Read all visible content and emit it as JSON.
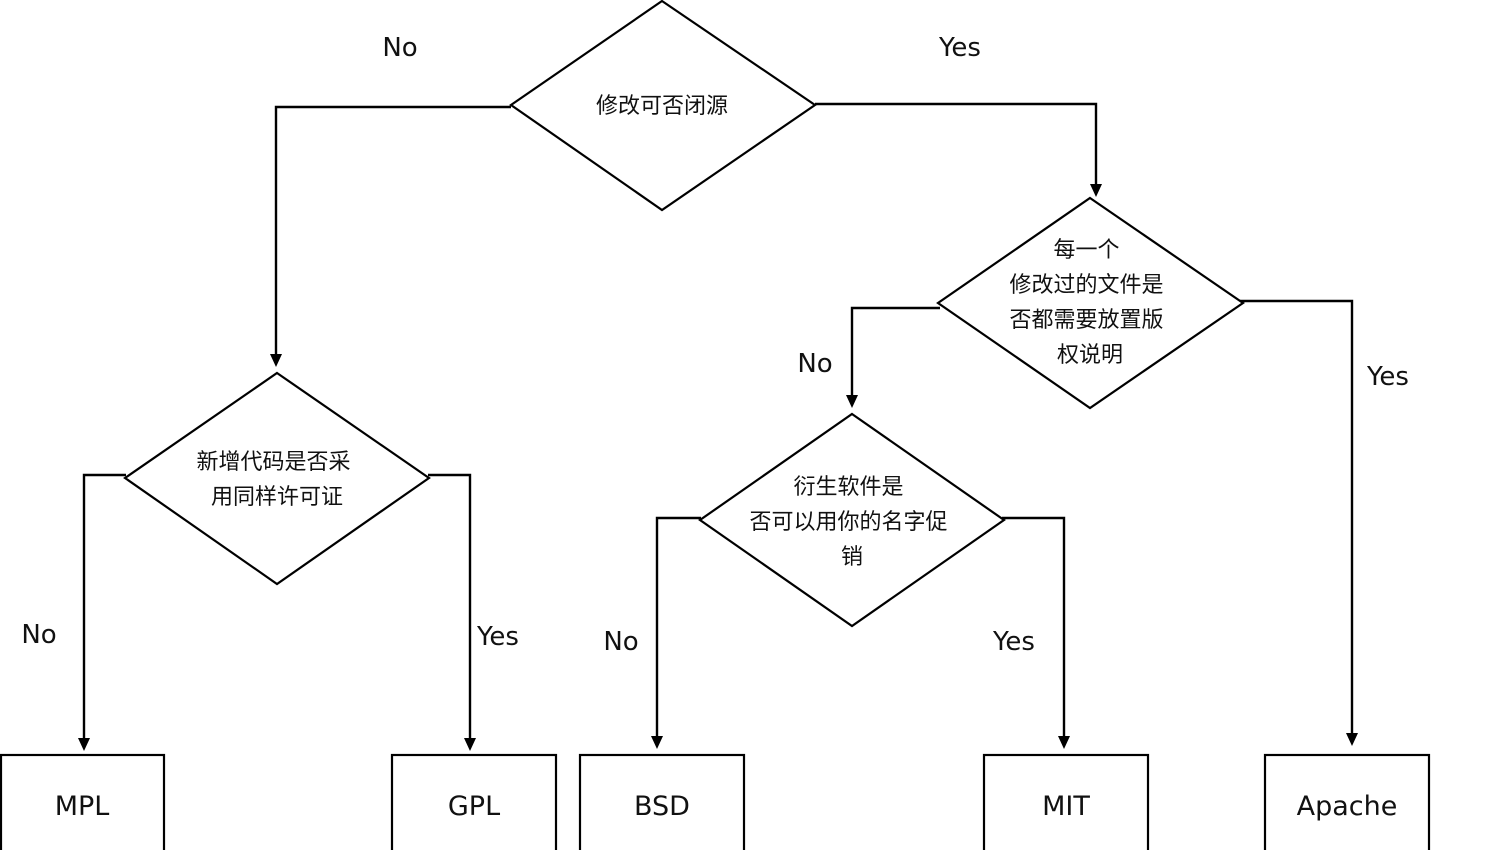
{
  "decisions": {
    "closed_source": {
      "lines": [
        "修改可否闭源"
      ]
    },
    "copyright_notice": {
      "lines": [
        "每一个",
        "修改过的文件是",
        "否都需要放置版",
        "权说明"
      ]
    },
    "same_license": {
      "lines": [
        "新增代码是否采",
        "用同样许可证"
      ]
    },
    "promote_name": {
      "lines": [
        "衍生软件是",
        "否可以用你的名字促",
        "销"
      ]
    }
  },
  "licenses": {
    "mpl": "MPL",
    "gpl": "GPL",
    "bsd": "BSD",
    "mit": "MIT",
    "apache": "Apache"
  },
  "edge_labels": {
    "closed_source_no": "No",
    "closed_source_yes": "Yes",
    "copyright_no": "No",
    "copyright_yes": "Yes",
    "same_license_no": "No",
    "same_license_yes": "Yes",
    "promote_no": "No",
    "promote_yes": "Yes"
  }
}
